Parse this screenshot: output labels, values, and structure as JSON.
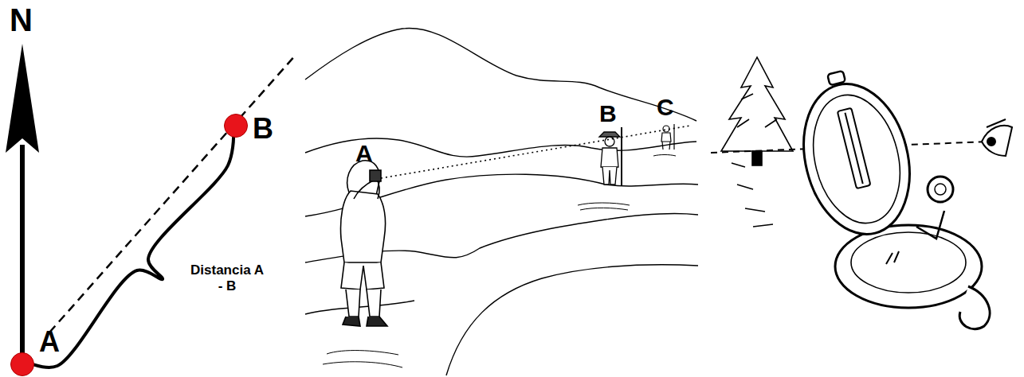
{
  "diagram": {
    "nodes": [
      {
        "text": [
          "A"
        ]
      },
      {
        "text": [
          "B"
        ]
      }
    ],
    "edges": [
      {
        "from": 0,
        "to": 1,
        "arrow": "none"
      }
    ],
    "labels": [
      "N",
      "Distancia A - B",
      "A",
      "B",
      "C"
    ]
  }
}
